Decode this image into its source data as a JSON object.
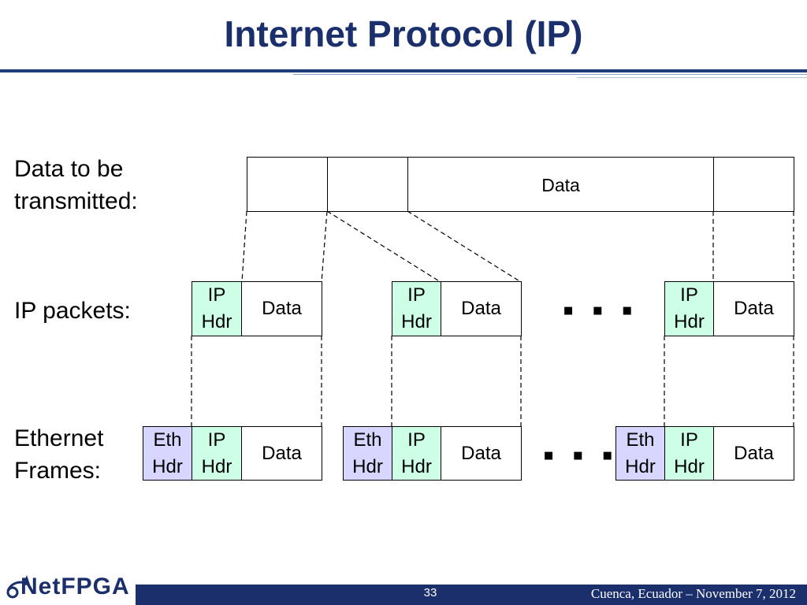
{
  "slide": {
    "title": "Internet Protocol (IP)",
    "page_number": "33",
    "footer_note": "Cuenca, Ecuador – November 7, 2012"
  },
  "logo": {
    "text": "NetFPGA"
  },
  "rows": {
    "data_to_send": "Data to be\ntransmitted:",
    "ip_packets": "IP packets:",
    "ethernet_frames": "Ethernet\nFrames:"
  },
  "top_bar": {
    "data_label": "Data"
  },
  "packet": {
    "ip_hdr_line1": "IP",
    "ip_hdr_line2": "Hdr",
    "eth_hdr_line1": "Eth",
    "eth_hdr_line2": "Hdr",
    "data_label": "Data"
  },
  "ellipsis": "▪ ▪ ▪",
  "colors": {
    "title": "#1a2f6b",
    "ip_header_fill": "#ccffe6",
    "eth_header_fill": "#d6d6ff",
    "footer_bar": "#1a2f6b"
  },
  "icons": [
    "netfpga-logo-icon"
  ]
}
